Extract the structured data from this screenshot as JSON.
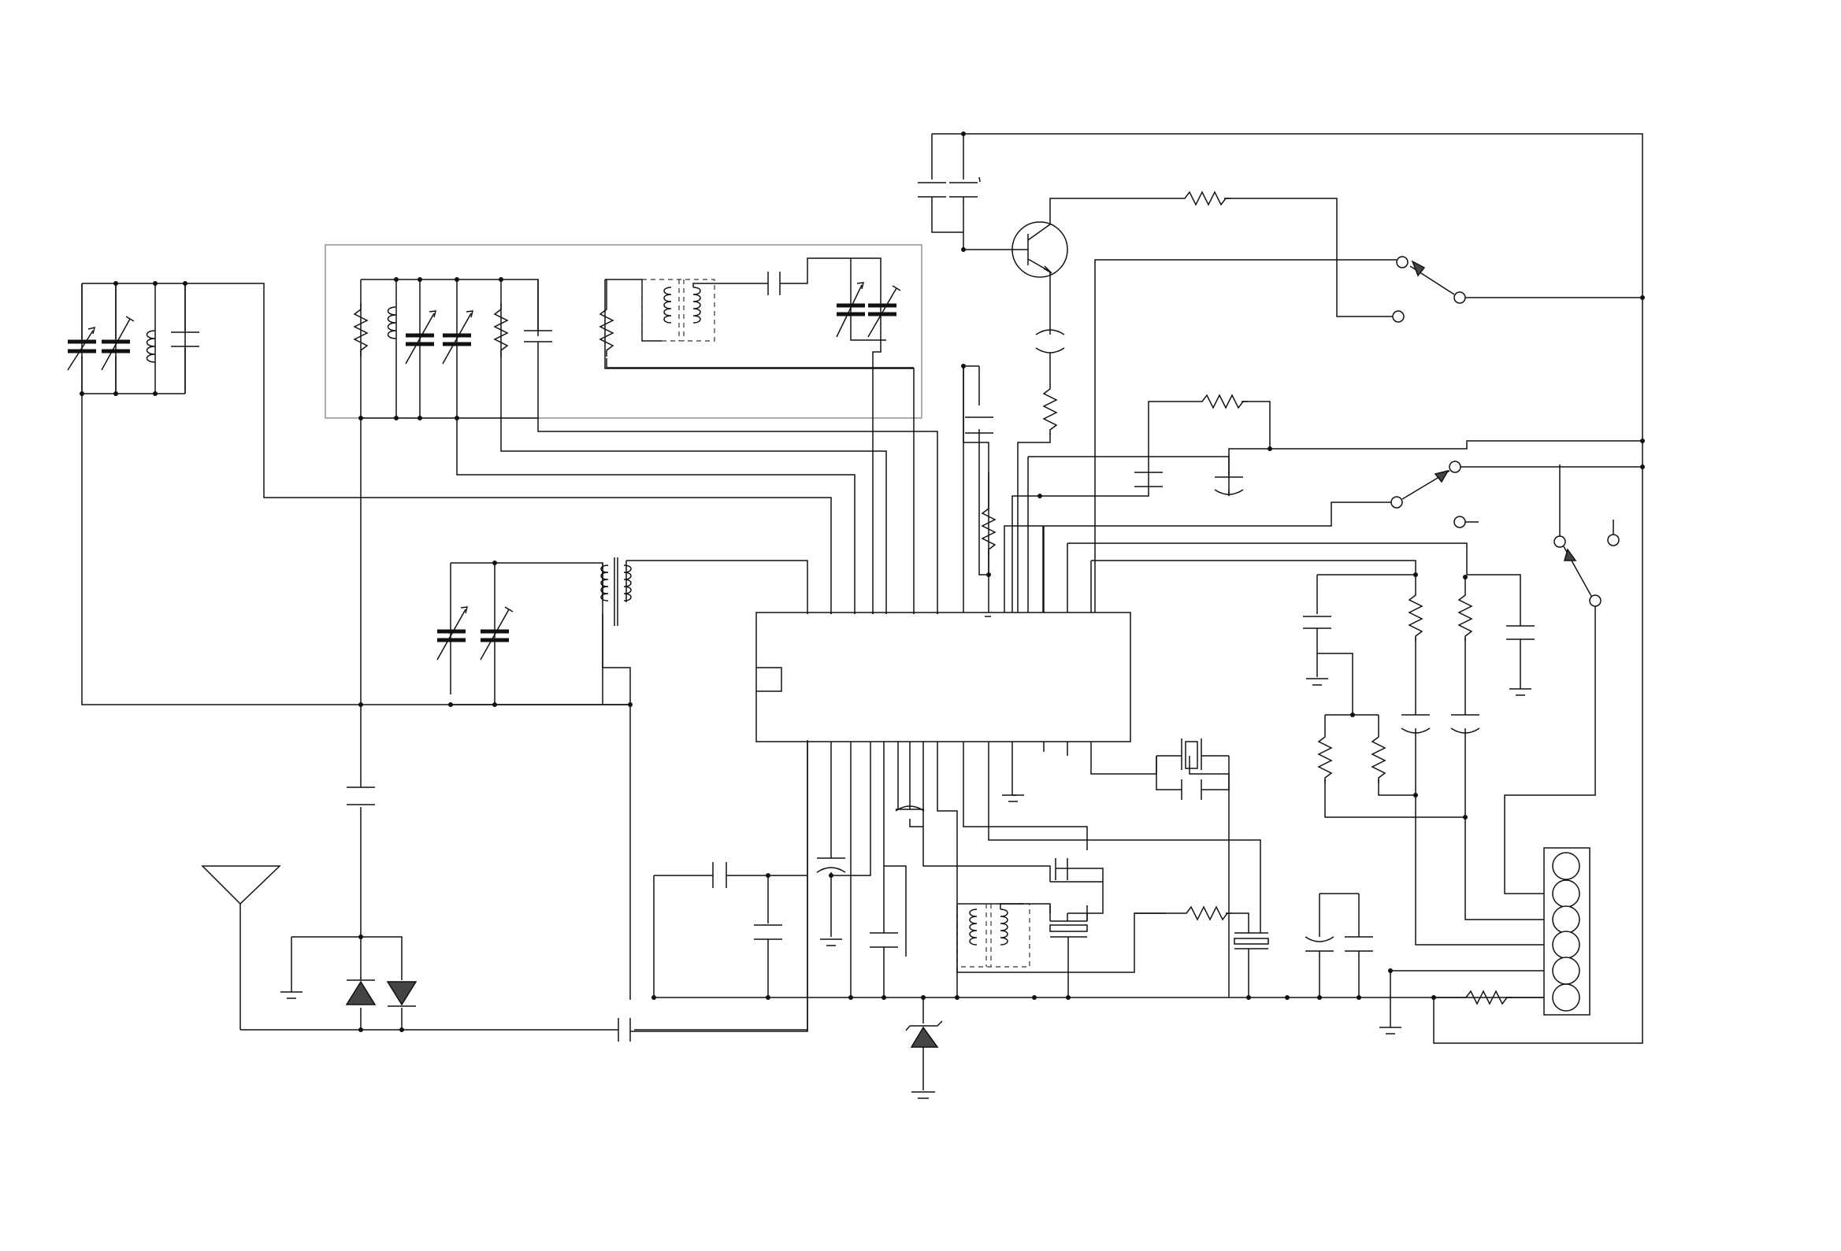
{
  "diagram": {
    "kind": "electronic schematic",
    "colors": {
      "wire": "#111111",
      "frame": "#777777",
      "background": "#ffffff"
    },
    "components": {
      "ic": "integrated-circuit",
      "transistor": "npn-transistor",
      "antenna": "antenna-symbol",
      "connector": "six-pin-connector",
      "switches": "switch-symbols",
      "crystal": "crystal-symbol",
      "diodes": "diode-symbols"
    }
  }
}
